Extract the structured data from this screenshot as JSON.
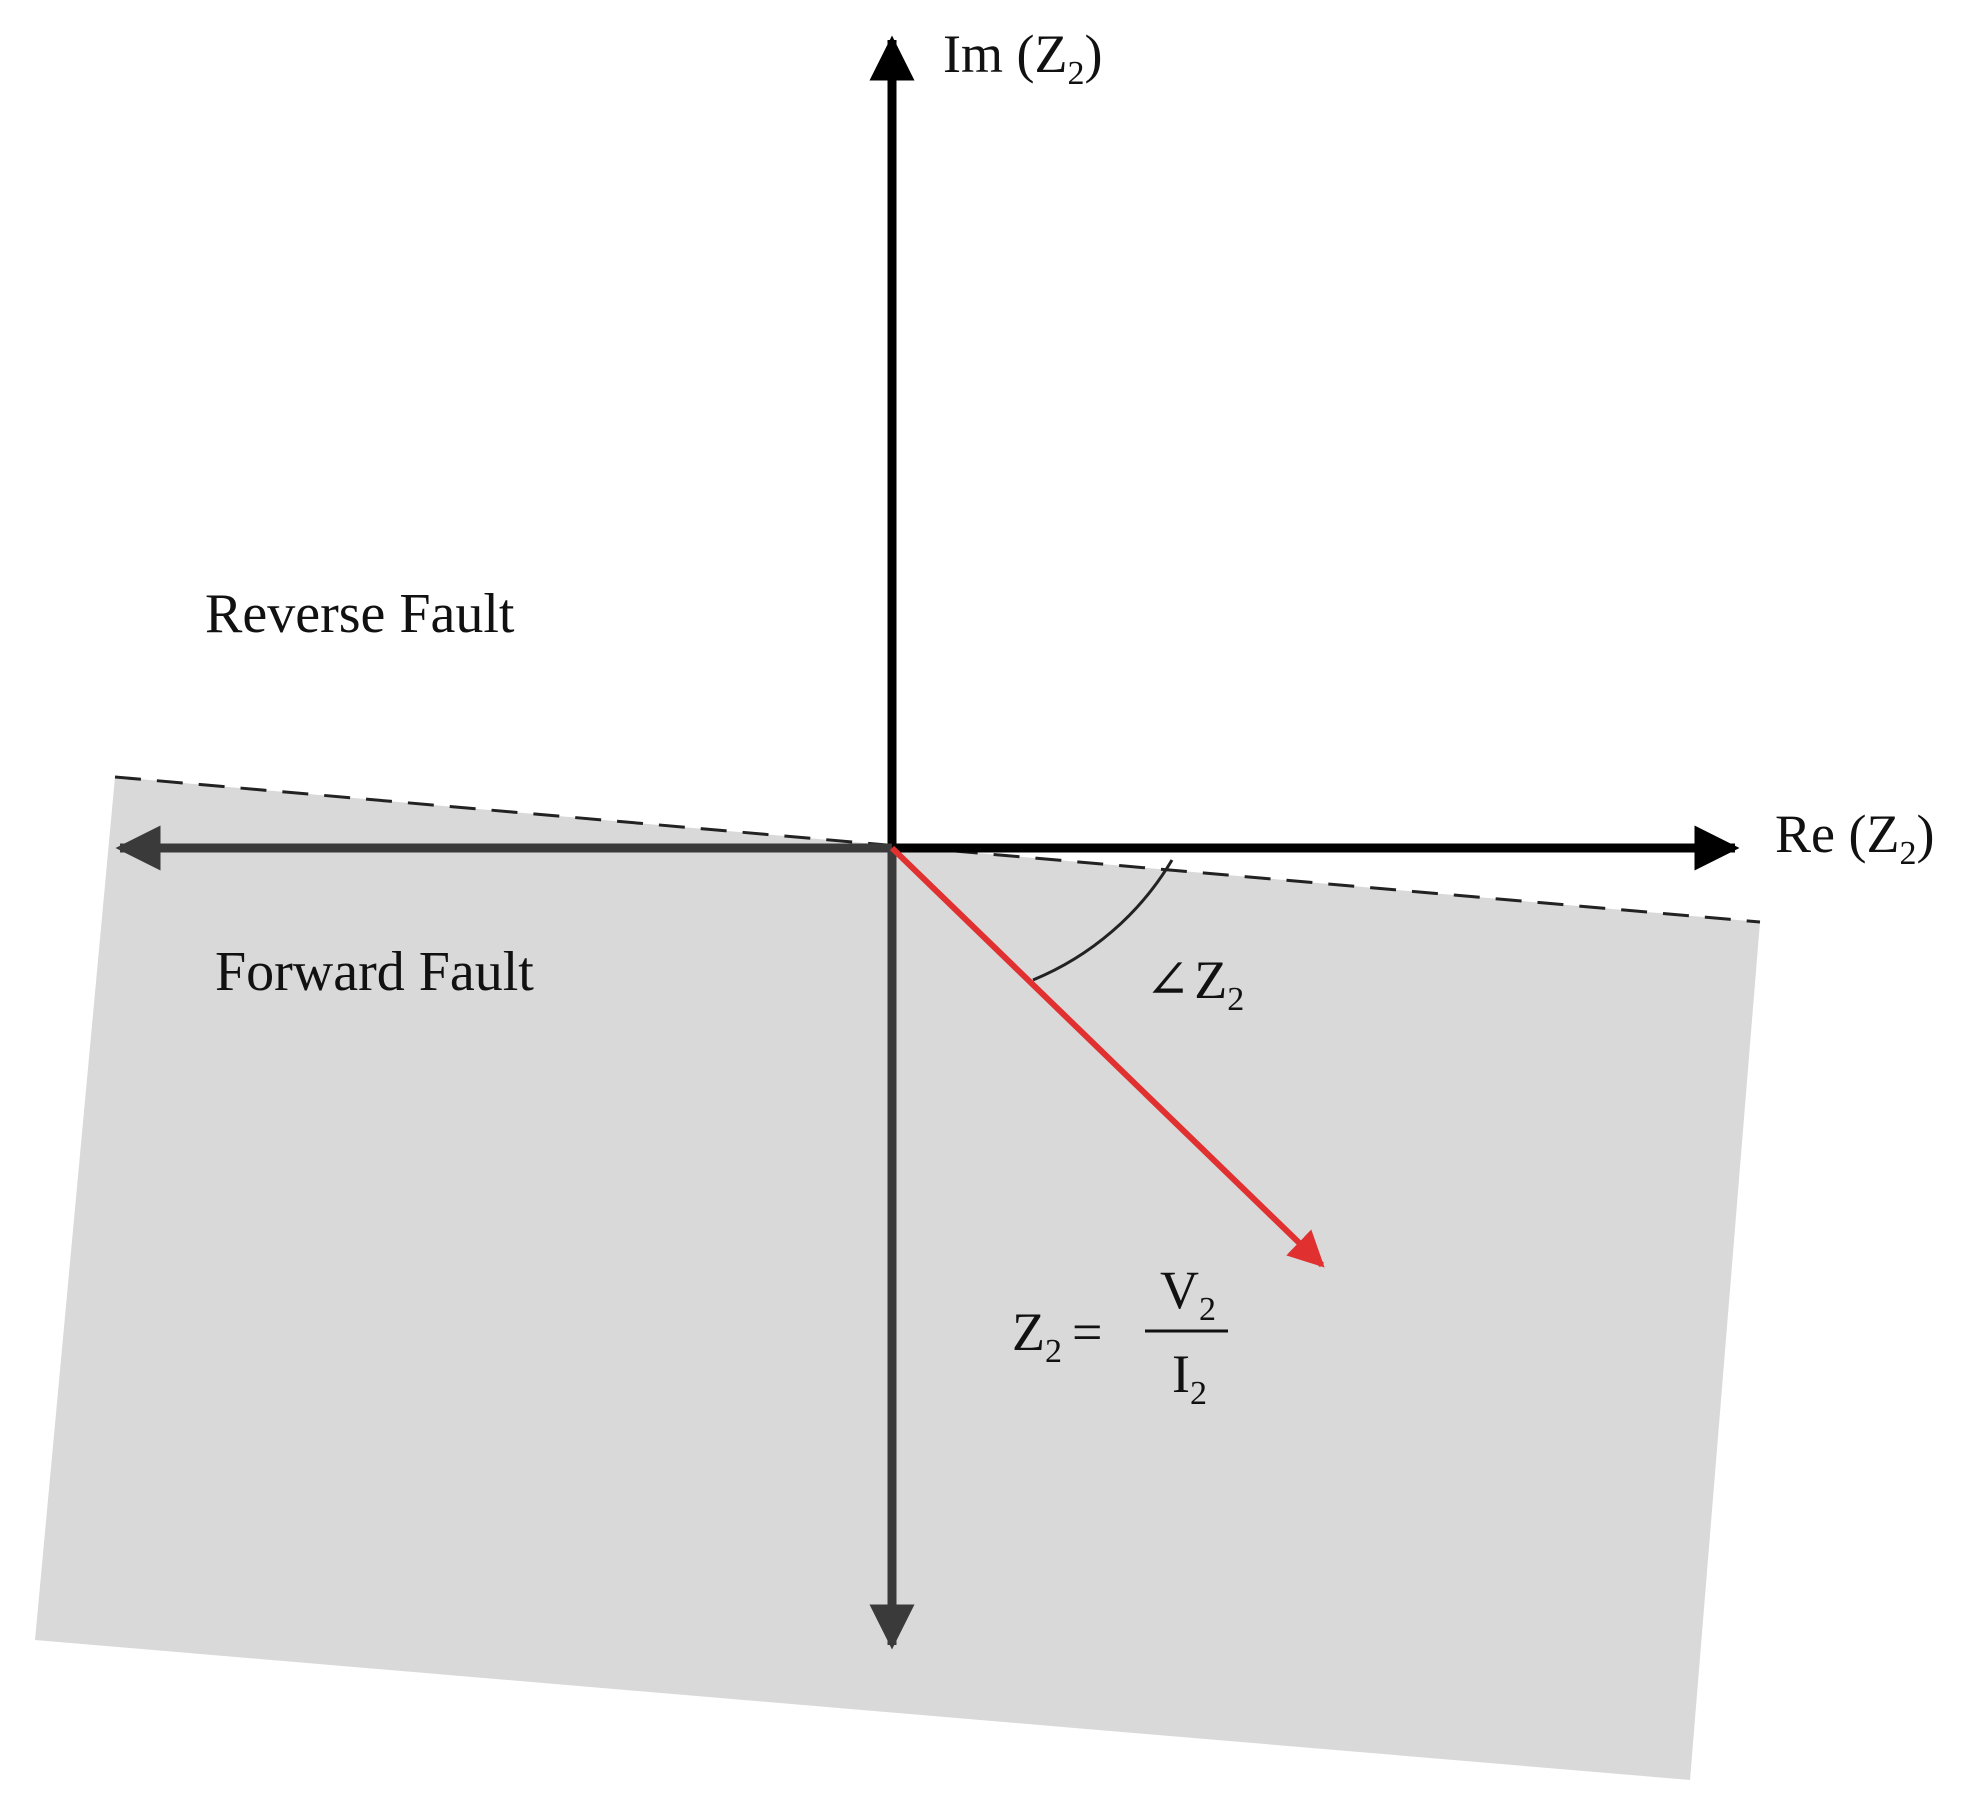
{
  "axes": {
    "im": {
      "prefix": "Im (Z",
      "sub": "2",
      "suffix": ")"
    },
    "re": {
      "prefix": "Re (Z",
      "sub": "2",
      "suffix": ")"
    }
  },
  "regions": {
    "reverse": "Reverse Fault",
    "forward": "Forward Fault"
  },
  "angle_label": {
    "symbol": "∠",
    "main": "Z",
    "sub": "2"
  },
  "equation": {
    "lhs_main": "Z",
    "lhs_sub": "2",
    "equals": "=",
    "num_main": "V",
    "num_sub": "2",
    "den_main": "I",
    "den_sub": "2"
  },
  "colors": {
    "shaded_region": "#d9d9d9",
    "axis": "#000000",
    "axis_in_region": "#3a3a3a",
    "vector": "#e03030",
    "boundary": "#222222"
  }
}
